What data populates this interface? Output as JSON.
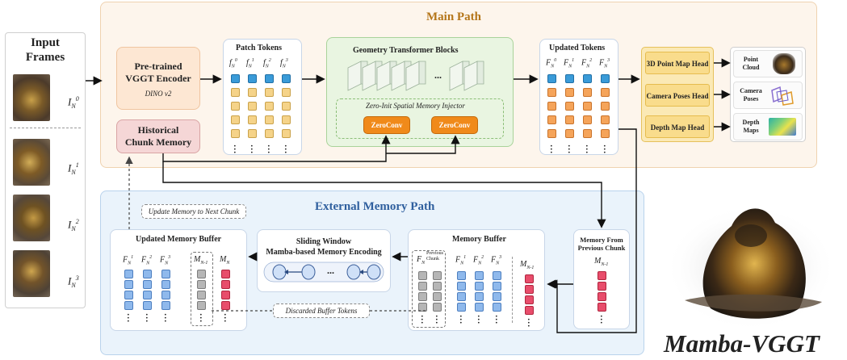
{
  "input": {
    "title_line1": "Input",
    "title_line2": "Frames",
    "frame_labels": [
      "I",
      "I",
      "I",
      "I"
    ],
    "frame_sups": [
      "0",
      "1",
      "2",
      "3"
    ],
    "frame_sub": "N"
  },
  "main_path": {
    "title": "Main Path"
  },
  "encoder": {
    "title_line1": "Pre-trained",
    "title_line2": "VGGT Encoder",
    "subtitle": "DINO v2"
  },
  "historical": {
    "title_line1": "Historical",
    "title_line2": "Chunk Memory"
  },
  "patch_tokens": {
    "title": "Patch Tokens",
    "labels": [
      "f",
      "f",
      "f",
      "f"
    ],
    "sups": [
      "0",
      "1",
      "2",
      "3"
    ],
    "sub": "N"
  },
  "geometry": {
    "title": "Geometry Transformer Blocks",
    "injector": "Zero-Init Spatial Memory Injector",
    "zeroconv": [
      "ZeroConv",
      "ZeroConv"
    ],
    "ellipsis": "..."
  },
  "updated_tokens": {
    "title": "Updated Tokens",
    "labels": [
      "F",
      "F",
      "F",
      "F"
    ],
    "sups": [
      "0",
      "1",
      "2",
      "3"
    ],
    "sub": "N"
  },
  "heads": [
    "3D Point Map Head",
    "Camera Poses Head",
    "Depth Map Head"
  ],
  "outputs": [
    {
      "line1": "Point",
      "line2": "Cloud"
    },
    {
      "line1": "Camera",
      "line2": "Poses"
    },
    {
      "line1": "Depth",
      "line2": "Maps"
    }
  ],
  "external": {
    "title": "External Memory Path",
    "update_note": "Update Memory to Next Chunk",
    "discarded": "Discarded Buffer Tokens"
  },
  "updated_buffer": {
    "title": "Updated Memory Buffer",
    "labels": [
      "F",
      "F",
      "F"
    ],
    "sups": [
      "1",
      "2",
      "3"
    ],
    "sub": "N",
    "m_prev": "M",
    "m_prev_sub": "N-1",
    "m_cur": "M",
    "m_cur_sub": "N"
  },
  "mamba": {
    "title_line1": "Sliding Window",
    "title_line2": "Mamba-based Memory Encoding",
    "ellipsis": "..."
  },
  "memory_buffer": {
    "title": "Memory Buffer",
    "prev_label": "F",
    "prev_sub": "N",
    "prev_note_line1": "Previous",
    "prev_note_line2": "Chunk",
    "labels": [
      "F",
      "F",
      "F"
    ],
    "sups": [
      "1",
      "2",
      "3"
    ],
    "sub": "N",
    "m": "M",
    "m_sub": "N-1"
  },
  "memory_from": {
    "title_line1": "Memory From",
    "title_line2": "Previous Chunk",
    "m": "M",
    "m_sub": "N-1"
  },
  "brand": "Mamba-VGGT",
  "colors": {
    "main_bg": "#fdf5ec",
    "external_bg": "#eaf3fb",
    "token_blue": "#3a9bd8",
    "token_orange": "#f5a45a",
    "token_yellow": "#f5d389",
    "token_gray": "#b6b6b6",
    "token_red": "#e84d6b",
    "zeroconv": "#f08a1a",
    "head_bg": "#f9dc8c",
    "title_main": "#b5761a",
    "title_external": "#2f5f9e"
  }
}
